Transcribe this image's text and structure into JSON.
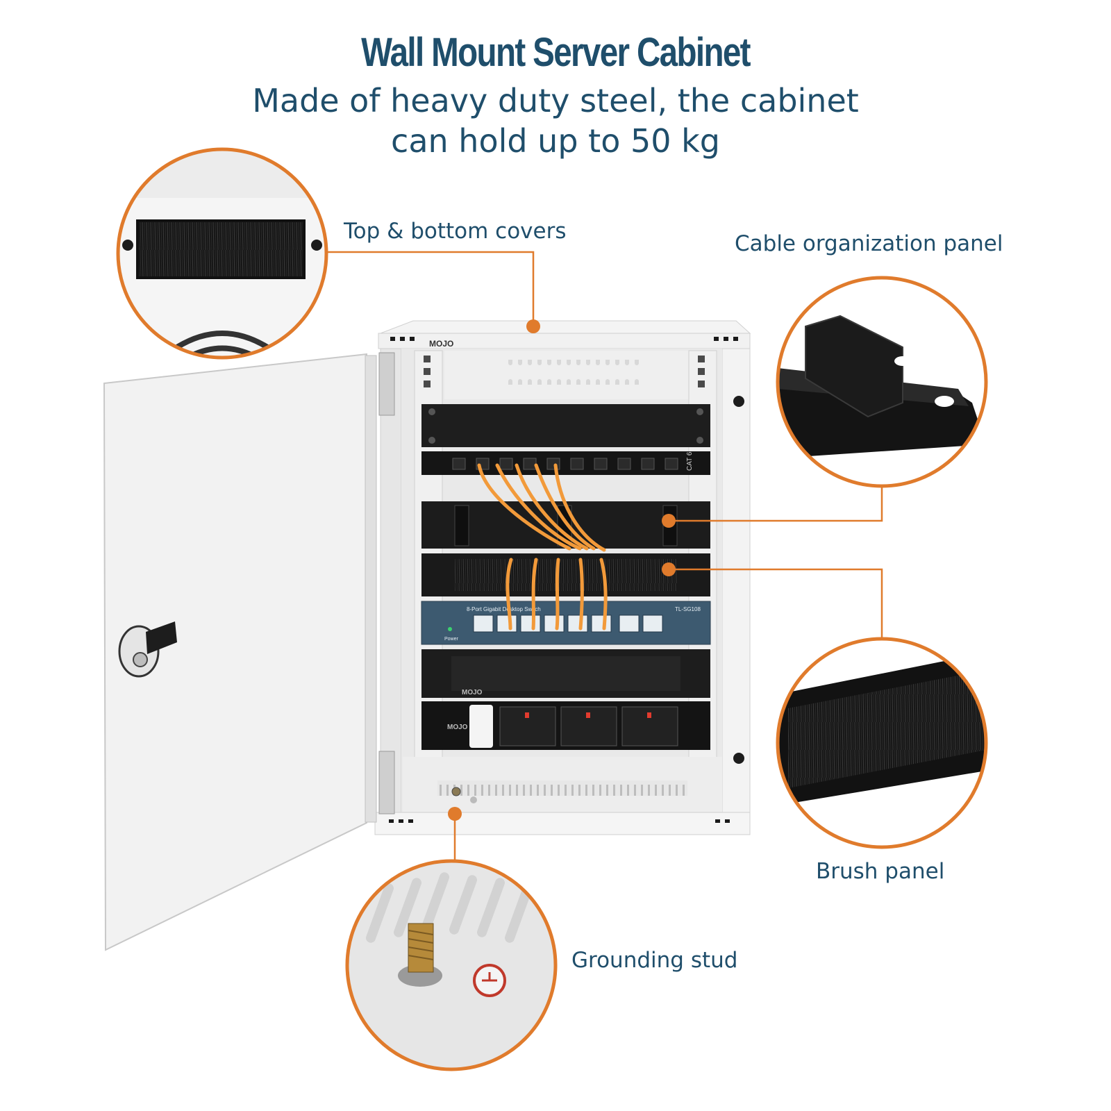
{
  "header": {
    "title": "Wall Mount Server Cabinet",
    "subtitle_line1": "Made of heavy duty steel, the cabinet",
    "subtitle_line2": "can hold up to 50 kg"
  },
  "callouts": {
    "top_bottom_covers": "Top & bottom covers",
    "cable_organization_panel": "Cable organization panel",
    "brush_panel": "Brush panel",
    "grounding_stud": "Grounding stud"
  },
  "product_markings": {
    "brand": "MOJO",
    "patch_panel_rating": "CAT 6",
    "switch_model": "TL-SG108",
    "switch_name": "8-Port Gigabit Desktop Switch",
    "power_label": "Power"
  },
  "colors": {
    "accent": "#e07b2c",
    "heading": "#1f4e6b",
    "cabinet": "#ececec",
    "rack_panel": "#1e1e1e",
    "cable": "#f29a3a",
    "switch": "#3d5a70"
  },
  "icons": [
    "lock-icon",
    "grounding-symbol-icon"
  ]
}
